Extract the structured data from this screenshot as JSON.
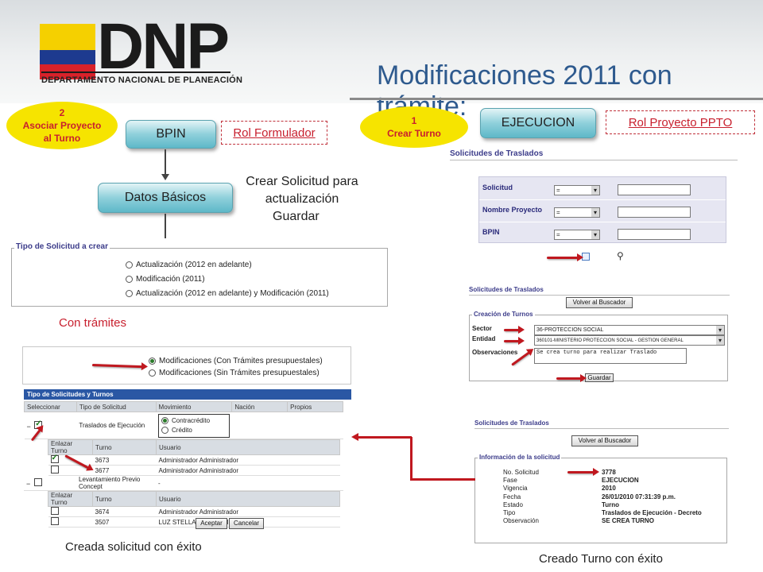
{
  "header": {
    "logo_text": "DNP",
    "logo_subtitle": "DEPARTAMENTO NACIONAL DE PLANEACIÓN",
    "title": "Modificaciones 2011 con trámite:",
    "flag_colors": [
      "#f5d000",
      "#1d3a8f",
      "#d8222a"
    ]
  },
  "left_flow": {
    "step_oval": {
      "number": "2",
      "line1": "Asociar  Proyecto",
      "line2": "al Turno"
    },
    "bpin_button": "BPIN",
    "role_label": "Rol  Formulador",
    "datos_button": "Datos Básicos",
    "note_line1": "Crear Solicitud  para",
    "note_line2": "actualización",
    "note_line3": "Guardar",
    "con_tramites": "Con trámites",
    "created_caption": "Creada solicitud con éxito"
  },
  "tipo_solicitud": {
    "legend": "Tipo de Solicitud a crear",
    "options": [
      "Actualización (2012 en adelante)",
      "Modificación (2011)",
      "Actualización (2012 en adelante) y Modificación (2011)"
    ]
  },
  "modificaciones_panel": {
    "options": [
      "Modificaciones (Con Trámites presupuestales)",
      "Modificaciones (Sin Trámites presupuestales)"
    ]
  },
  "turnos_table": {
    "title": "Tipo de Solicitudes y Turnos",
    "headers": [
      "Seleccionar",
      "Tipo de Solicitud",
      "Movimiento",
      "Nación",
      "Propios"
    ],
    "row1_type": "Traslados de Ejecución",
    "movimiento_options": [
      "Contracrédito",
      "Crédito"
    ],
    "sub_headers": [
      "Enlazar Turno",
      "Turno",
      "Usuario"
    ],
    "sub_rows": [
      {
        "turno": "3673",
        "usuario": "Administrador Administrador"
      },
      {
        "turno": "3677",
        "usuario": "Administrador Administrador"
      }
    ],
    "row2_type": "Levantamiento Previo Concept",
    "row2_mov": "-",
    "sub_rows2": [
      {
        "turno": "3674",
        "usuario": "Administrador Administrador"
      },
      {
        "turno": "3507",
        "usuario": "LUZ STELLA DUQUE CIFUENTES"
      }
    ],
    "accept_button": "Aceptar",
    "cancel_button": "Cancelar"
  },
  "right_flow": {
    "step_oval": {
      "number": "1",
      "line1": "Crear Turno"
    },
    "ejecucion_button": "EJECUCION",
    "role_label": "Rol  Proyecto PPTO",
    "created_caption": "Creado Turno con éxito"
  },
  "search_panel": {
    "title": "Solicitudes de Traslados",
    "fields": [
      {
        "label": "Solicitud",
        "op": "="
      },
      {
        "label": "Nombre Proyecto",
        "op": "="
      },
      {
        "label": "BPIN",
        "op": "="
      }
    ]
  },
  "turno_panel": {
    "title": "Solicitudes de Traslados",
    "back_button": "Volver al Buscador",
    "legend": "Creación de Turnos",
    "sector_label": "Sector",
    "sector_value": "36-PROTECCION SOCIAL",
    "entidad_label": "Entidad",
    "entidad_value": "360101-MINISTERIO PROTECCION SOCIAL - GESTION GENERAL",
    "obs_label": "Observaciones",
    "obs_value": "Se crea turno para realizar Traslado",
    "save_button": "Guardar"
  },
  "info_panel": {
    "title": "Solicitudes de Traslados",
    "back_button": "Volver al Buscador",
    "legend": "Información de la solicitud",
    "rows": [
      {
        "label": "No. Solicitud",
        "value": "3778"
      },
      {
        "label": "Fase",
        "value": "EJECUCION"
      },
      {
        "label": "Vigencia",
        "value": "2010"
      },
      {
        "label": "Fecha",
        "value": "26/01/2010 07:31:39 p.m."
      },
      {
        "label": "Estado",
        "value": "Turno"
      },
      {
        "label": "Tipo",
        "value": "Traslados de Ejecución - Decreto"
      },
      {
        "label": "Observación",
        "value": "SE CREA TURNO"
      }
    ]
  }
}
